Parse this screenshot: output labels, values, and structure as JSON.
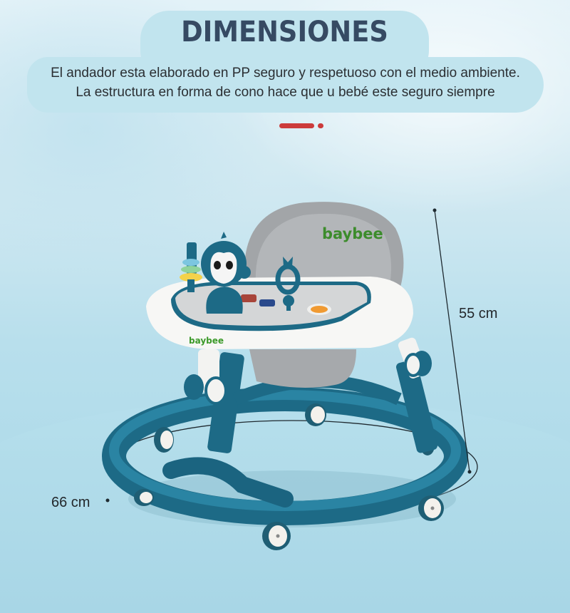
{
  "header": {
    "title": "DIMENSIONES",
    "description_lines": [
      "El andador esta elaborado en PP seguro y respetuoso con el medio ambiente.",
      "La estructura en forma de cono hace que u bebé este seguro siempre"
    ]
  },
  "divider": {
    "color": "#cc3b3b"
  },
  "product": {
    "name": "baby walker",
    "brand_seat": "baybee",
    "brand_tray": "baybee",
    "colors": {
      "frame": "#1f6f8b",
      "tray": "#f7f7f5",
      "seat": "#9fa3a6",
      "brand": "#3c8c2c"
    }
  },
  "dimensions": {
    "height_label": "55 cm",
    "diameter_label": "66 cm"
  },
  "colors": {
    "title": "#364a63",
    "pill": "#c1e4ee",
    "text": "#2b2f33",
    "background": "#cfe8f1"
  }
}
